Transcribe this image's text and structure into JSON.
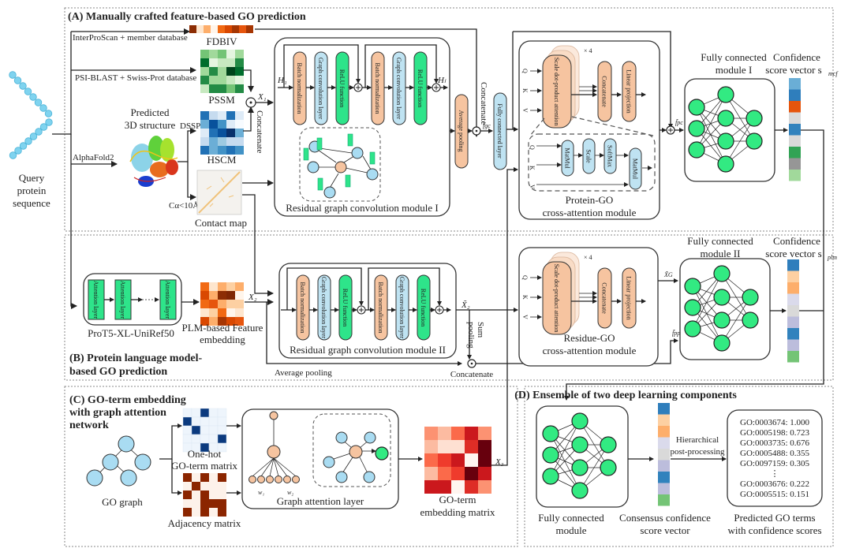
{
  "sections": {
    "a": {
      "title": "(A) Manually crafted feature-based GO prediction"
    },
    "b": {
      "title_line1": "(B) Protein language model-",
      "title_line2": "based GO prediction"
    },
    "c": {
      "title_line1": "(C) GO-term embedding",
      "title_line2": "with graph attention",
      "title_line3": "network"
    },
    "d": {
      "title": "(D) Ensemble of two deep learning components"
    }
  },
  "query": {
    "line1": "Query",
    "line2": "protein",
    "line3": "sequence"
  },
  "inputs": {
    "interproscan": "InterProScan + member database",
    "psiblast": "PSI-BLAST + Swiss-Prot database",
    "alphafold": "AlphaFold2",
    "dssp": "DSSP",
    "contact_cond": "Cα<10Å"
  },
  "features": {
    "fdbiv": "FDBIV",
    "pssm": "PSSM",
    "hscm": "HSCM",
    "contact_map": "Contact map",
    "predicted_3d_line1": "Predicted",
    "predicted_3d_line2": "3D structure",
    "concatenate": "Concatenate",
    "x1": "X₁",
    "h1": "H₁",
    "hl": "Hₗ",
    "fgc": "f̃gc",
    "fpc": "f̃pc"
  },
  "rgc1": {
    "title": "Residual graph convolution module I",
    "blocks": [
      "Batch normalization",
      "Graph convolution layer",
      "ReLU function",
      "Batch normalization",
      "Graph convolution layer",
      "ReLU function"
    ]
  },
  "average_pooling": "Average pooling",
  "fully_connected_layer": "Fully connected layer",
  "attn1": {
    "q": "Q",
    "k": "K",
    "v": "V",
    "sdpa": "Scale dot-product attention",
    "times4": "× 4",
    "concatenate": "Concatenate",
    "linear": "Linear projection",
    "inner": [
      "MatMul",
      "Scale",
      "SoftMax",
      "MatMul"
    ],
    "title_line1": "Protein-GO",
    "title_line2": "cross-attention module"
  },
  "fc1": {
    "title_line1": "Fully connected",
    "title_line2": "module I"
  },
  "conf1": {
    "title_line1": "Confidence",
    "title_line2": "score vector s",
    "subscript": "mcf",
    "colors": [
      "#6aaed6",
      "#2f7ebc",
      "#e6550d",
      "#d9d9d9",
      "#3182bd",
      "#d9d9d9",
      "#31a354",
      "#969696",
      "#a1d99b"
    ]
  },
  "plm": {
    "attention_layer": "Attention layer",
    "model_name": "ProT5-XL-UniRef50",
    "embedding_line1": "PLM-based Feature",
    "embedding_line2": "embedding",
    "x2": "X₂",
    "x2_tilde": "X̃₂",
    "average_pooling": "Average pooling",
    "sum_pooling_line1": "Sum",
    "sum_pooling_line2": "pooling",
    "concatenate": "Concatenate"
  },
  "rgc2": {
    "title": "Residual graph convolution module II",
    "blocks": [
      "Batch normalization",
      "Graph convolution layer",
      "ReLU function",
      "Batch normalization",
      "Graph convolution layer",
      "ReLU function"
    ]
  },
  "attn2": {
    "q": "Q",
    "k": "K",
    "v": "V",
    "sdpa": "Scale dot-product attention",
    "times4": "× 4",
    "concatenate": "Concatenate",
    "linear": "Linear projection",
    "title_line1": "Residue-GO",
    "title_line2": "cross-attention module",
    "xg": "X̃G",
    "fpp": "f̃pp"
  },
  "fc2": {
    "title_line1": "Fully connected",
    "title_line2": "module II"
  },
  "conf2": {
    "title_line1": "Confidence",
    "title_line2": "score vector s",
    "subscript": "plm",
    "colors": [
      "#2f7ebc",
      "#fdd0a2",
      "#fdae6b",
      "#dadaeb",
      "#d9d9d9",
      "#bcbddc",
      "#3182bd",
      "#bcbddc",
      "#74c476"
    ]
  },
  "go": {
    "graph_label": "GO graph",
    "onehot_line1": "One-hot",
    "onehot_line2": "GO-term matrix",
    "adjacency": "Adjacency matrix",
    "gat_title": "Graph attention layer",
    "embedding_line1": "GO-term",
    "embedding_line2": "embedding matrix",
    "x3": "X₃"
  },
  "ensemble": {
    "fc_line1": "Fully connected",
    "fc_line2": "module",
    "consensus_line1": "Consensus confidence",
    "consensus_line2": "score vector",
    "post_line1": "Hierarchical",
    "post_line2": "post-processing",
    "pred_line1": "Predicted GO terms",
    "pred_line2": "with confidence scores",
    "consensus_colors": [
      "#2f7ebc",
      "#fdd0a2",
      "#fdae6b",
      "#dadaeb",
      "#d9d9d9",
      "#bcbddc",
      "#3182bd",
      "#bcbddc",
      "#74c476"
    ],
    "predictions": [
      {
        "term": "GO:0003674",
        "score": "1.000"
      },
      {
        "term": "GO:0005198",
        "score": "0.723"
      },
      {
        "term": "GO:0003735",
        "score": "0.676"
      },
      {
        "term": "GO:0005488",
        "score": "0.355"
      },
      {
        "term": "GO:0097159",
        "score": "0.305"
      },
      {
        "term": "⋮",
        "score": ""
      },
      {
        "term": "GO:0003676",
        "score": "0.222"
      },
      {
        "term": "GO:0005515",
        "score": "0.151"
      }
    ]
  },
  "heatmaps": {
    "fdbiv": [
      "#8c2d04",
      "#fee6ce",
      "#fdae6b",
      "#fff5eb",
      "#f16913",
      "#d94801",
      "#a63603",
      "#e6550d",
      "#a63603"
    ],
    "pssm": [
      [
        "#74c476",
        "#a1d99b",
        "#74c476",
        "#e5f5e0",
        "#a1d99b"
      ],
      [
        "#006d2c",
        "#e5f5e0",
        "#c7e9c0",
        "#c7e9c0",
        "#238b45"
      ],
      [
        "#a1d99b",
        "#238b45",
        "#a1d99b",
        "#00441b",
        "#006d2c"
      ],
      [
        "#238b45",
        "#a1d99b",
        "#a1d99b",
        "#c7e9c0",
        "#e5f5e0"
      ],
      [
        "#c7e9c0",
        "#238b45",
        "#238b45",
        "#74c476",
        "#238b45"
      ]
    ],
    "hscm": [
      [
        "#2171b5",
        "#c6dbef",
        "#deebf7",
        "#2171b5",
        "#deebf7"
      ],
      [
        "#6baed6",
        "#08519c",
        "#4292c6",
        "#deebf7",
        "#f7fbff"
      ],
      [
        "#deebf7",
        "#2171b5",
        "#08519c",
        "#08306b",
        "#6baed6"
      ],
      [
        "#c6dbef",
        "#6baed6",
        "#9ecae1",
        "#c6dbef",
        "#c6dbef"
      ],
      [
        "#2171b5",
        "#6baed6",
        "#4292c6",
        "#2171b5",
        "#4292c6"
      ]
    ],
    "plm": [
      [
        "#f16913",
        "#fee6ce",
        "#fdae6b",
        "#fdd0a2",
        "#fdae6b"
      ],
      [
        "#d94801",
        "#fdae6b",
        "#8c2d04",
        "#7f2704",
        "#fff5eb"
      ],
      [
        "#f16913",
        "#e6550d",
        "#fdae6b",
        "#fdd0a2",
        "#fdd0a2"
      ],
      [
        "#fee6ce",
        "#fdd0a2",
        "#f16913",
        "#fff5eb",
        "#fee6ce"
      ],
      [
        "#d94801",
        "#fdae6b",
        "#a63603",
        "#d94801",
        "#e6550d"
      ]
    ],
    "onehot": [
      [
        0,
        0,
        1,
        0,
        0
      ],
      [
        1,
        0,
        0,
        0,
        0
      ],
      [
        0,
        1,
        0,
        0,
        0
      ],
      [
        0,
        0,
        0,
        0,
        1
      ],
      [
        0,
        0,
        1,
        0,
        0
      ]
    ],
    "adjacency": [
      [
        1,
        0,
        1,
        0,
        1
      ],
      [
        0,
        1,
        0,
        0,
        0
      ],
      [
        1,
        0,
        1,
        0,
        0
      ],
      [
        0,
        0,
        1,
        1,
        1
      ],
      [
        1,
        0,
        1,
        0,
        1
      ]
    ],
    "goemb": [
      [
        "#fc9272",
        "#fcbba1",
        "#fb6a4a",
        "#cb181d",
        "#fc9272"
      ],
      [
        "#fcbba1",
        "#fee0d2",
        "#fee0d2",
        "#de2d26",
        "#67000d"
      ],
      [
        "#fb6a4a",
        "#ef3b2c",
        "#cb181d",
        "#fff5f0",
        "#67000d"
      ],
      [
        "#fcbba1",
        "#fb6a4a",
        "#ef3b2c",
        "#67000d",
        "#cb181d"
      ],
      [
        "#cb181d",
        "#cb181d",
        "#fff5f0",
        "#de2d26",
        "#fc9272"
      ]
    ]
  }
}
